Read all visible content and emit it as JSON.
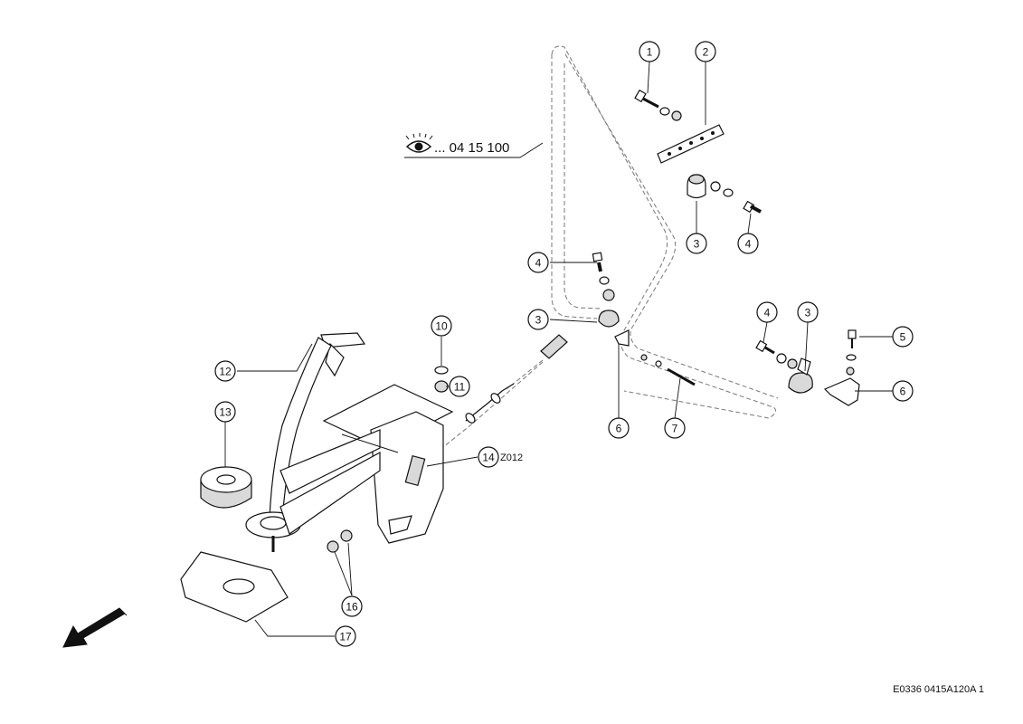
{
  "reference": {
    "text": "... 04 15 100",
    "icon": "eye-icon"
  },
  "callouts": [
    {
      "id": "c1",
      "label": "1"
    },
    {
      "id": "c2",
      "label": "2"
    },
    {
      "id": "c3a",
      "label": "3"
    },
    {
      "id": "c4a",
      "label": "4"
    },
    {
      "id": "c4b",
      "label": "4"
    },
    {
      "id": "c3b",
      "label": "3"
    },
    {
      "id": "c4c",
      "label": "4"
    },
    {
      "id": "c3c",
      "label": "3"
    },
    {
      "id": "c5",
      "label": "5"
    },
    {
      "id": "c6a",
      "label": "6"
    },
    {
      "id": "c6b",
      "label": "6"
    },
    {
      "id": "c7",
      "label": "7"
    },
    {
      "id": "c10",
      "label": "10"
    },
    {
      "id": "c11",
      "label": "11"
    },
    {
      "id": "c12",
      "label": "12"
    },
    {
      "id": "c13",
      "label": "13"
    },
    {
      "id": "c14",
      "label": "14"
    },
    {
      "id": "c16",
      "label": "16"
    },
    {
      "id": "c17",
      "label": "17"
    }
  ],
  "z_code": "Z012",
  "drawing_code": "E0336 0415A120A 1",
  "direction_icon": "arrow-forward-icon"
}
